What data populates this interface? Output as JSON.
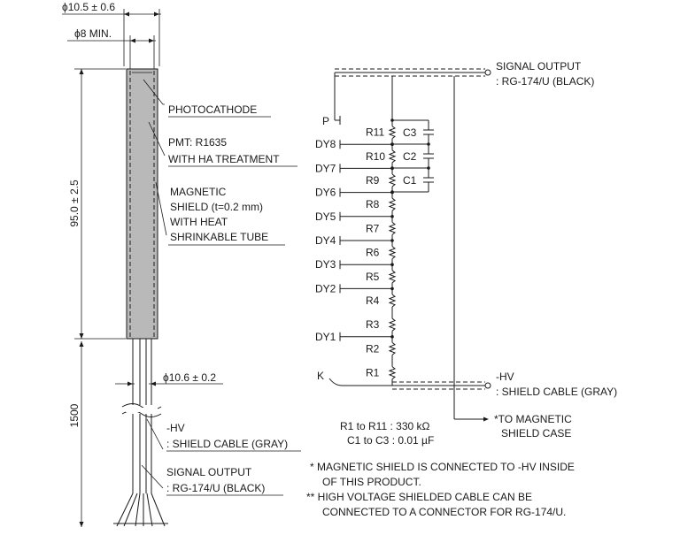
{
  "left": {
    "dim_outer_dia": "ϕ10.5 ± 0.6",
    "dim_min_dia": "ϕ8 MIN.",
    "dim_length": "95.0 ± 2.5",
    "dim_cable_len": "1500",
    "dim_sleeve_dia": "ϕ10.6 ± 0.2",
    "photocathode": "PHOTOCATHODE",
    "pmt_line1": "PMT: R1635",
    "pmt_line2": "WITH HA TREATMENT",
    "shield_line1": "MAGNETIC",
    "shield_line2": "SHIELD (t=0.2 mm)",
    "shield_line3": "WITH HEAT",
    "shield_line4": "SHRINKABLE TUBE",
    "hv_line1": "-HV",
    "hv_line2": ": SHIELD CABLE (GRAY)",
    "sig_line1": "SIGNAL OUTPUT",
    "sig_line2": ": RG-174/U (BLACK)"
  },
  "circuit": {
    "signal_output_line1": "SIGNAL OUTPUT",
    "signal_output_line2": ": RG-174/U (BLACK)",
    "hv_line1": "-HV",
    "hv_line2": ": SHIELD CABLE (GRAY)",
    "to_shield_line1": "*TO MAGNETIC",
    "to_shield_line2": "SHIELD CASE",
    "anode": "P",
    "cathode": "K",
    "dynodes": [
      "DY8",
      "DY7",
      "DY6",
      "DY5",
      "DY4",
      "DY3",
      "DY2",
      "DY1"
    ],
    "resistors": [
      "R11",
      "R10",
      "R9",
      "R8",
      "R7",
      "R6",
      "R5",
      "R4",
      "R3",
      "R2",
      "R1"
    ],
    "capacitors": [
      "C3",
      "C2",
      "C1"
    ],
    "spec_r": "R1 to R11 : 330 kΩ",
    "spec_c": "C1 to C3 : 0.01 µF"
  },
  "notes": {
    "note1_line1": "*  MAGNETIC SHIELD IS CONNECTED TO -HV INSIDE",
    "note1_line2": "OF THIS PRODUCT.",
    "note2_line1": "** HIGH VOLTAGE SHIELDED CABLE CAN BE",
    "note2_line2": "CONNECTED TO A CONNECTOR FOR RG-174/U."
  }
}
